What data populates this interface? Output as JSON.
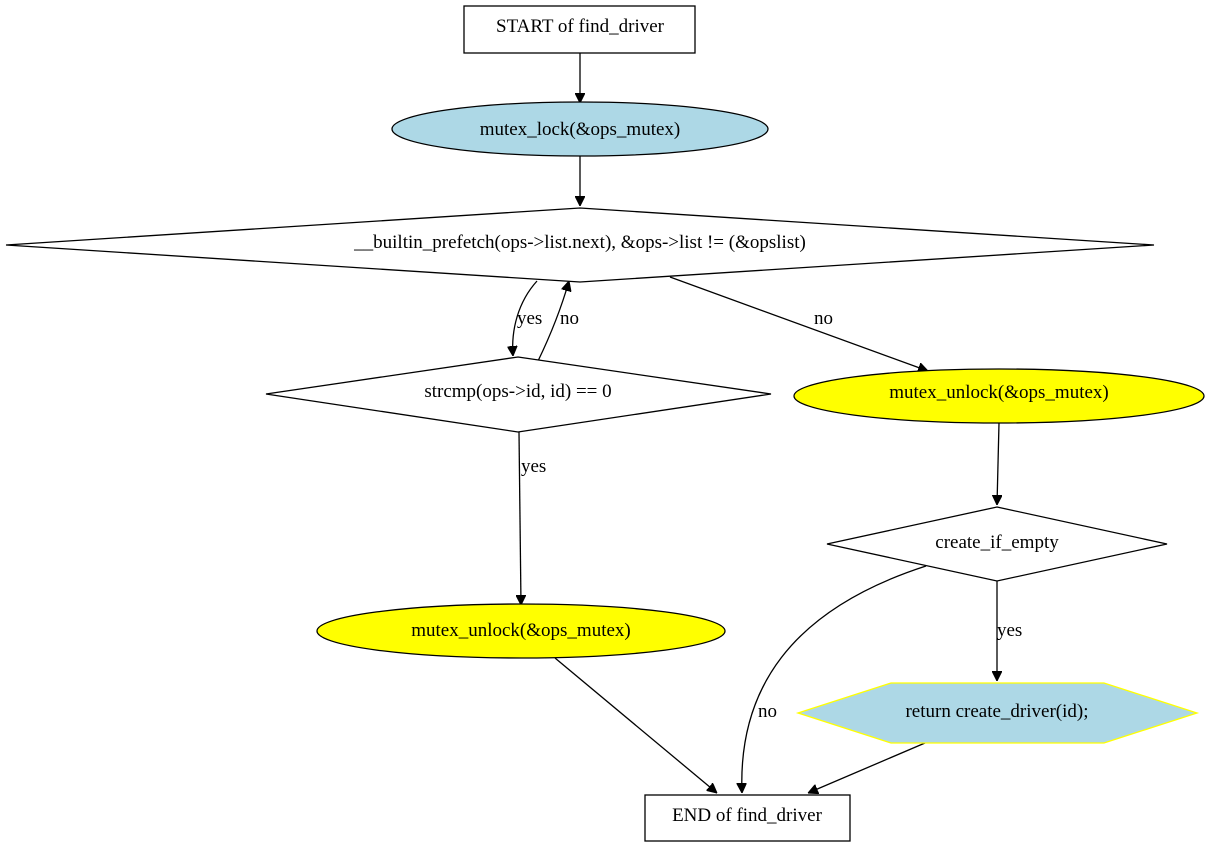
{
  "diagram": {
    "nodes": {
      "start": {
        "label": "START of find_driver"
      },
      "lock": {
        "label": "mutex_lock(&ops_mutex)",
        "fill": "#add8e6"
      },
      "loop_cond": {
        "label": "__builtin_prefetch(ops->list.next), &ops->list != (&opslist)"
      },
      "strcmp": {
        "label": "strcmp(ops->id, id) == 0"
      },
      "unlock_right": {
        "label": "mutex_unlock(&ops_mutex)",
        "fill": "#ffff00"
      },
      "create_if_empty": {
        "label": "create_if_empty"
      },
      "unlock_left": {
        "label": "mutex_unlock(&ops_mutex)",
        "fill": "#ffff00"
      },
      "return_create": {
        "label": "return create_driver(id);",
        "fill": "#add8e6",
        "stroke": "#ffff00"
      },
      "end": {
        "label": "END of find_driver"
      }
    },
    "edges": {
      "loop_yes": {
        "label": "yes"
      },
      "loop_no_back": {
        "label": "no"
      },
      "loop_no_exit": {
        "label": "no"
      },
      "strcmp_yes": {
        "label": "yes"
      },
      "create_yes": {
        "label": "yes"
      },
      "create_no": {
        "label": "no"
      }
    }
  }
}
